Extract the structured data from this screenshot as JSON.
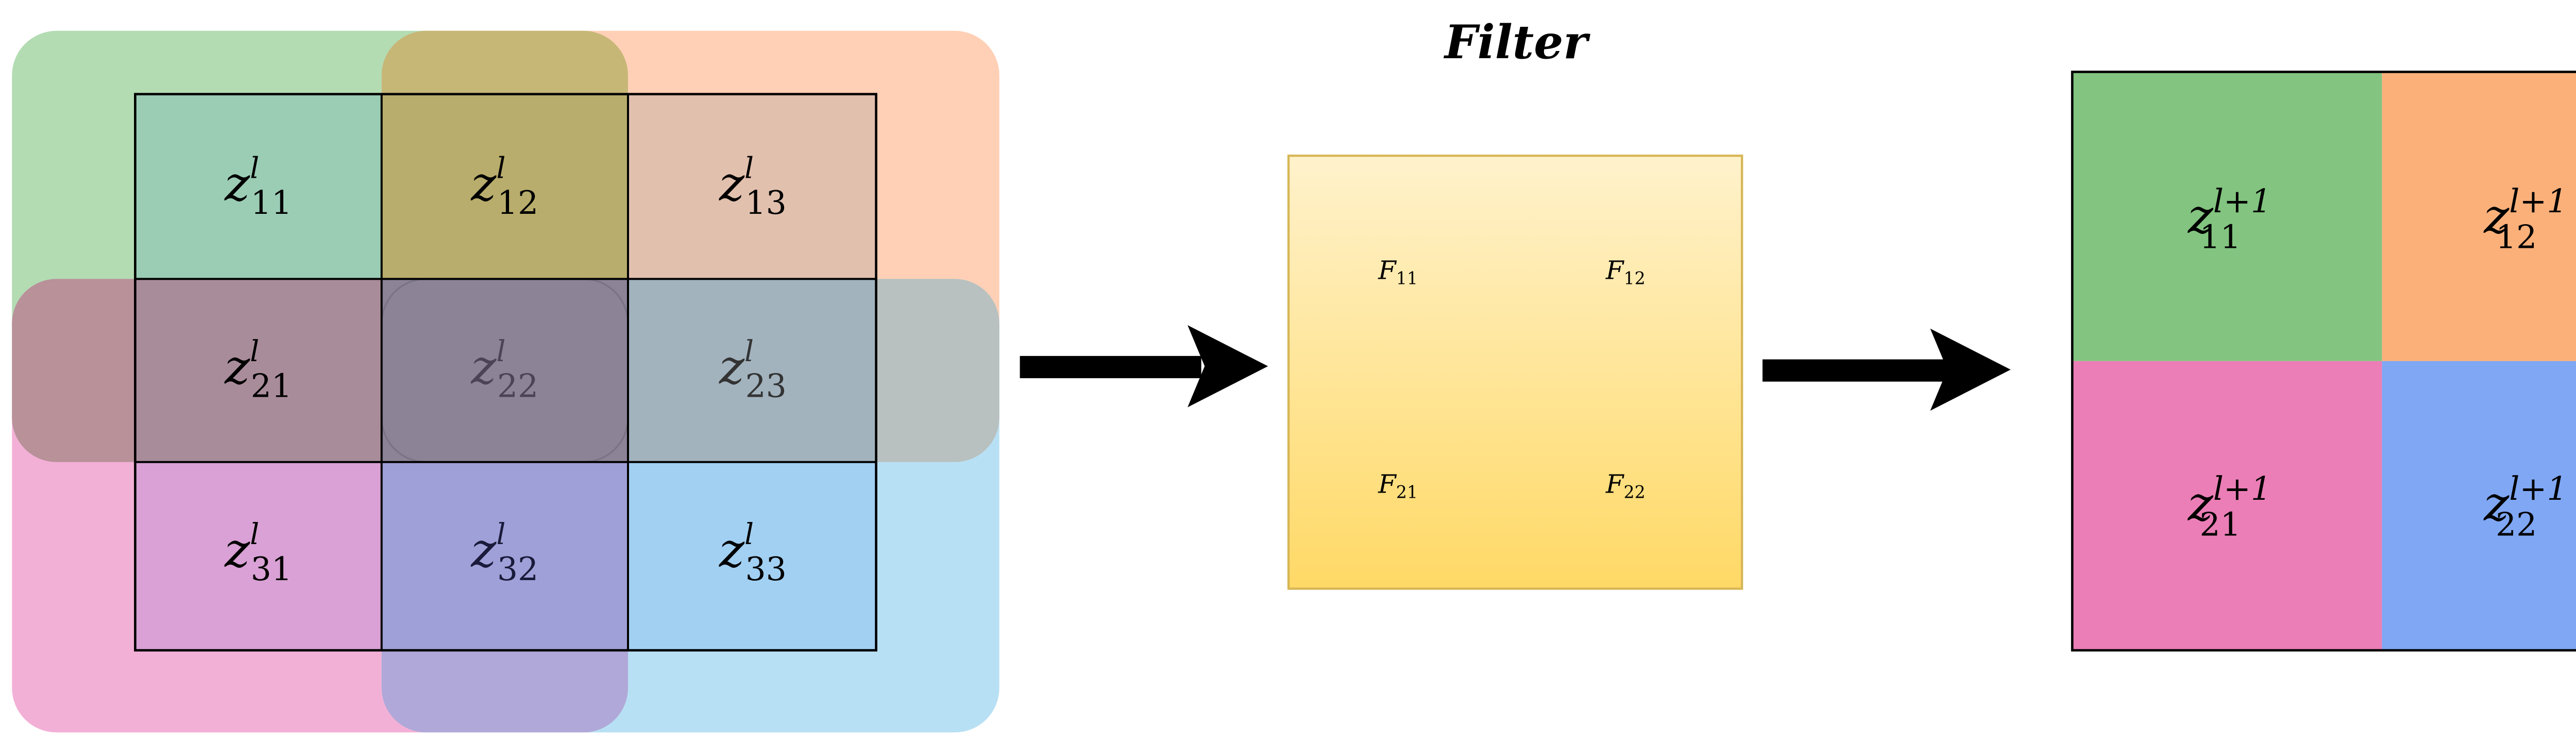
{
  "filter_title": "Filter",
  "input_grid": {
    "cells": [
      [
        {
          "base": "z",
          "sup": "l",
          "sub": "11"
        },
        {
          "base": "z",
          "sup": "l",
          "sub": "12"
        },
        {
          "base": "z",
          "sup": "l",
          "sub": "13"
        }
      ],
      [
        {
          "base": "z",
          "sup": "l",
          "sub": "21"
        },
        {
          "base": "z",
          "sup": "l",
          "sub": "22"
        },
        {
          "base": "z",
          "sup": "l",
          "sub": "23"
        }
      ],
      [
        {
          "base": "z",
          "sup": "l",
          "sub": "31"
        },
        {
          "base": "z",
          "sup": "l",
          "sub": "32"
        },
        {
          "base": "z",
          "sup": "l",
          "sub": "33"
        }
      ]
    ],
    "cell_tints": [
      [
        "#9bcdb5",
        "#b8ad6c",
        "#e2c0ae"
      ],
      [
        "#a98c9a",
        "#8c8397",
        "#a2b3be"
      ],
      [
        "#d9a1d5",
        "#9fa0d8",
        "#a2d0f2"
      ]
    ],
    "windows": [
      {
        "name": "green-window",
        "color": "#b3dcb3"
      },
      {
        "name": "orange-window",
        "color": "#ffd0b5"
      },
      {
        "name": "pink-window",
        "color": "#f3b0d6"
      },
      {
        "name": "blue-window",
        "color": "#b8e0f4"
      },
      {
        "name": "olive-window",
        "color": "#c6b777"
      },
      {
        "name": "mauve-window",
        "color": "#b89199"
      },
      {
        "name": "gray-window",
        "color": "#b8c1c0"
      },
      {
        "name": "purple-window",
        "color": "#b0a8d8"
      },
      {
        "name": "center-window",
        "color": "#8d8498"
      }
    ]
  },
  "filter": {
    "cells": [
      [
        {
          "base": "F",
          "sub": "11"
        },
        {
          "base": "F",
          "sub": "12"
        }
      ],
      [
        {
          "base": "F",
          "sub": "21"
        },
        {
          "base": "F",
          "sub": "22"
        }
      ]
    ],
    "gradient": [
      "#fff2cc",
      "#ffd966"
    ],
    "border": "#d6b656"
  },
  "output_grid": {
    "cells": [
      [
        {
          "base": "z",
          "sup": "l+1",
          "sub": "11",
          "color": "#82c480"
        },
        {
          "base": "z",
          "sup": "l+1",
          "sub": "12",
          "color": "#fbb07a"
        }
      ],
      [
        {
          "base": "z",
          "sup": "l+1",
          "sub": "21",
          "color": "#eb7eb6"
        },
        {
          "base": "z",
          "sup": "l+1",
          "sub": "22",
          "color": "#7fa7f4"
        }
      ]
    ]
  }
}
